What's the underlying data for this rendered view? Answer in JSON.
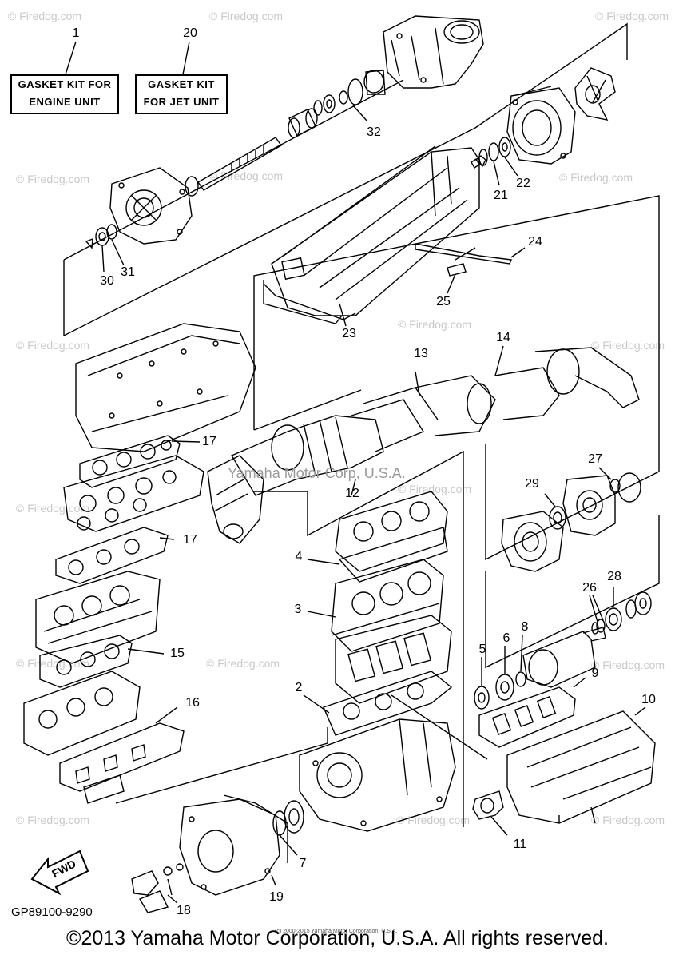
{
  "kits": {
    "engine": {
      "line1": "GASKET KIT FOR",
      "line2": "ENGINE UNIT"
    },
    "jet": {
      "line1": "GASKET KIT",
      "line2": "FOR JET UNIT"
    }
  },
  "callouts": {
    "c1": "1",
    "c2": "2",
    "c3": "3",
    "c4": "4",
    "c5": "5",
    "c6": "6",
    "c7": "7",
    "c8": "8",
    "c9": "9",
    "c10": "10",
    "c11": "11",
    "c12": "12",
    "c13": "13",
    "c14": "14",
    "c15": "15",
    "c16": "16",
    "c17a": "17",
    "c17b": "17",
    "c18": "18",
    "c19": "19",
    "c20": "20",
    "c21": "21",
    "c22": "22",
    "c23": "23",
    "c24": "24",
    "c25": "25",
    "c26": "26",
    "c27": "27",
    "c28": "28",
    "c29": "29",
    "c30": "30",
    "c31": "31",
    "c32": "32"
  },
  "watermark": "© Firedog.com",
  "center_credit": "Yamaha Motor Corp, U.S.A.",
  "fwd": "FWD",
  "part_code": "GP89100-9290",
  "tiny_credit": "(c) 2000-2015 Yamaha Motor Corporation, U.S.A.",
  "copyright": "©2013 Yamaha Motor Corporation, U.S.A. All rights reserved.",
  "colors": {
    "ink": "#000000",
    "watermark": "#c9c9c9",
    "paper": "#ffffff"
  }
}
